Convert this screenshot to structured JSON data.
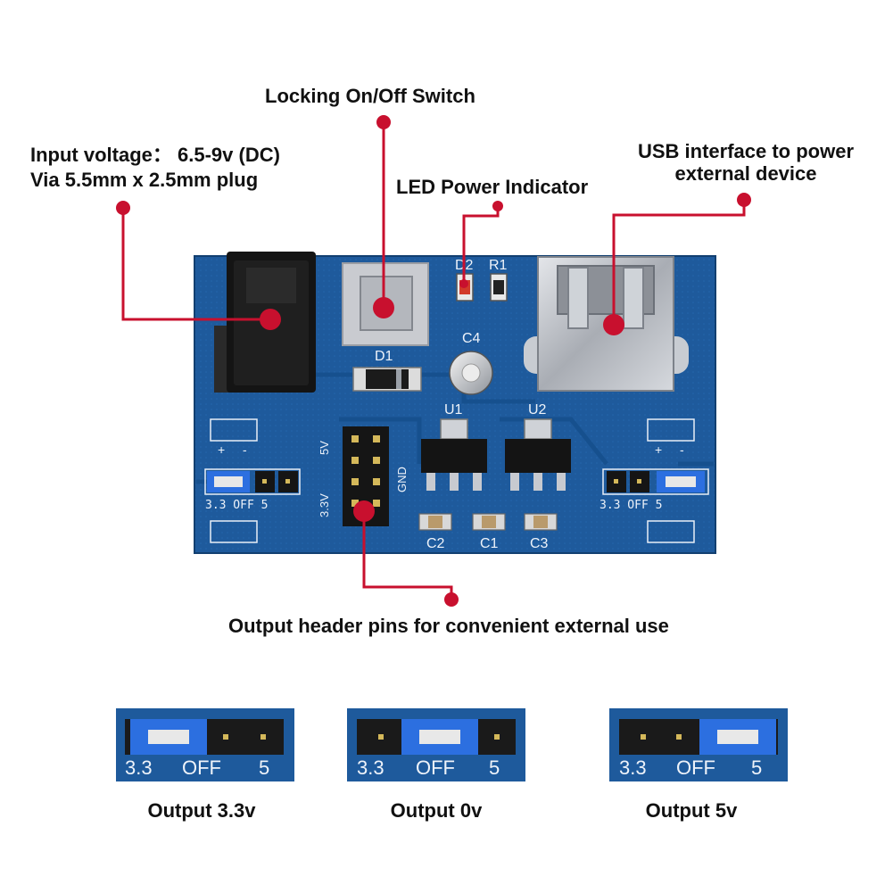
{
  "labels": {
    "switch": "Locking On/Off Switch",
    "input_line1": "Input voltage：  6.5-9v (DC)",
    "input_line2": "Via 5.5mm x 2.5mm plug",
    "led": "LED Power Indicator",
    "usb_line1": "USB interface to power",
    "usb_line2": "external device",
    "header": "Output header pins for convenient external use"
  },
  "board": {
    "silk": {
      "d2": "D2",
      "r1": "R1",
      "c4": "C4",
      "d1": "D1",
      "u1": "U1",
      "u2": "U2",
      "c1": "C1",
      "c2": "C2",
      "c3": "C3",
      "v5": "5V",
      "v33": "3.3V",
      "gnd": "GND",
      "left_row": "3.3 OFF  5",
      "right_row": "3.3 OFF  5",
      "plus": "+",
      "minus": "-"
    }
  },
  "jumpers": [
    {
      "caption": "Output 3.3v",
      "label_33": "3.3",
      "label_off": "OFF",
      "label_5": "5",
      "position": "3.3"
    },
    {
      "caption": "Output 0v",
      "label_33": "3.3",
      "label_off": "OFF",
      "label_5": "5",
      "position": "OFF"
    },
    {
      "caption": "Output 5v",
      "label_33": "3.3",
      "label_off": "OFF",
      "label_5": "5",
      "position": "5"
    }
  ],
  "colors": {
    "pcb": "#1e5a9c",
    "pcb_dark": "#174b86",
    "leader": "#c8102e",
    "jumper": "#2c6fe0",
    "text": "#111111"
  }
}
